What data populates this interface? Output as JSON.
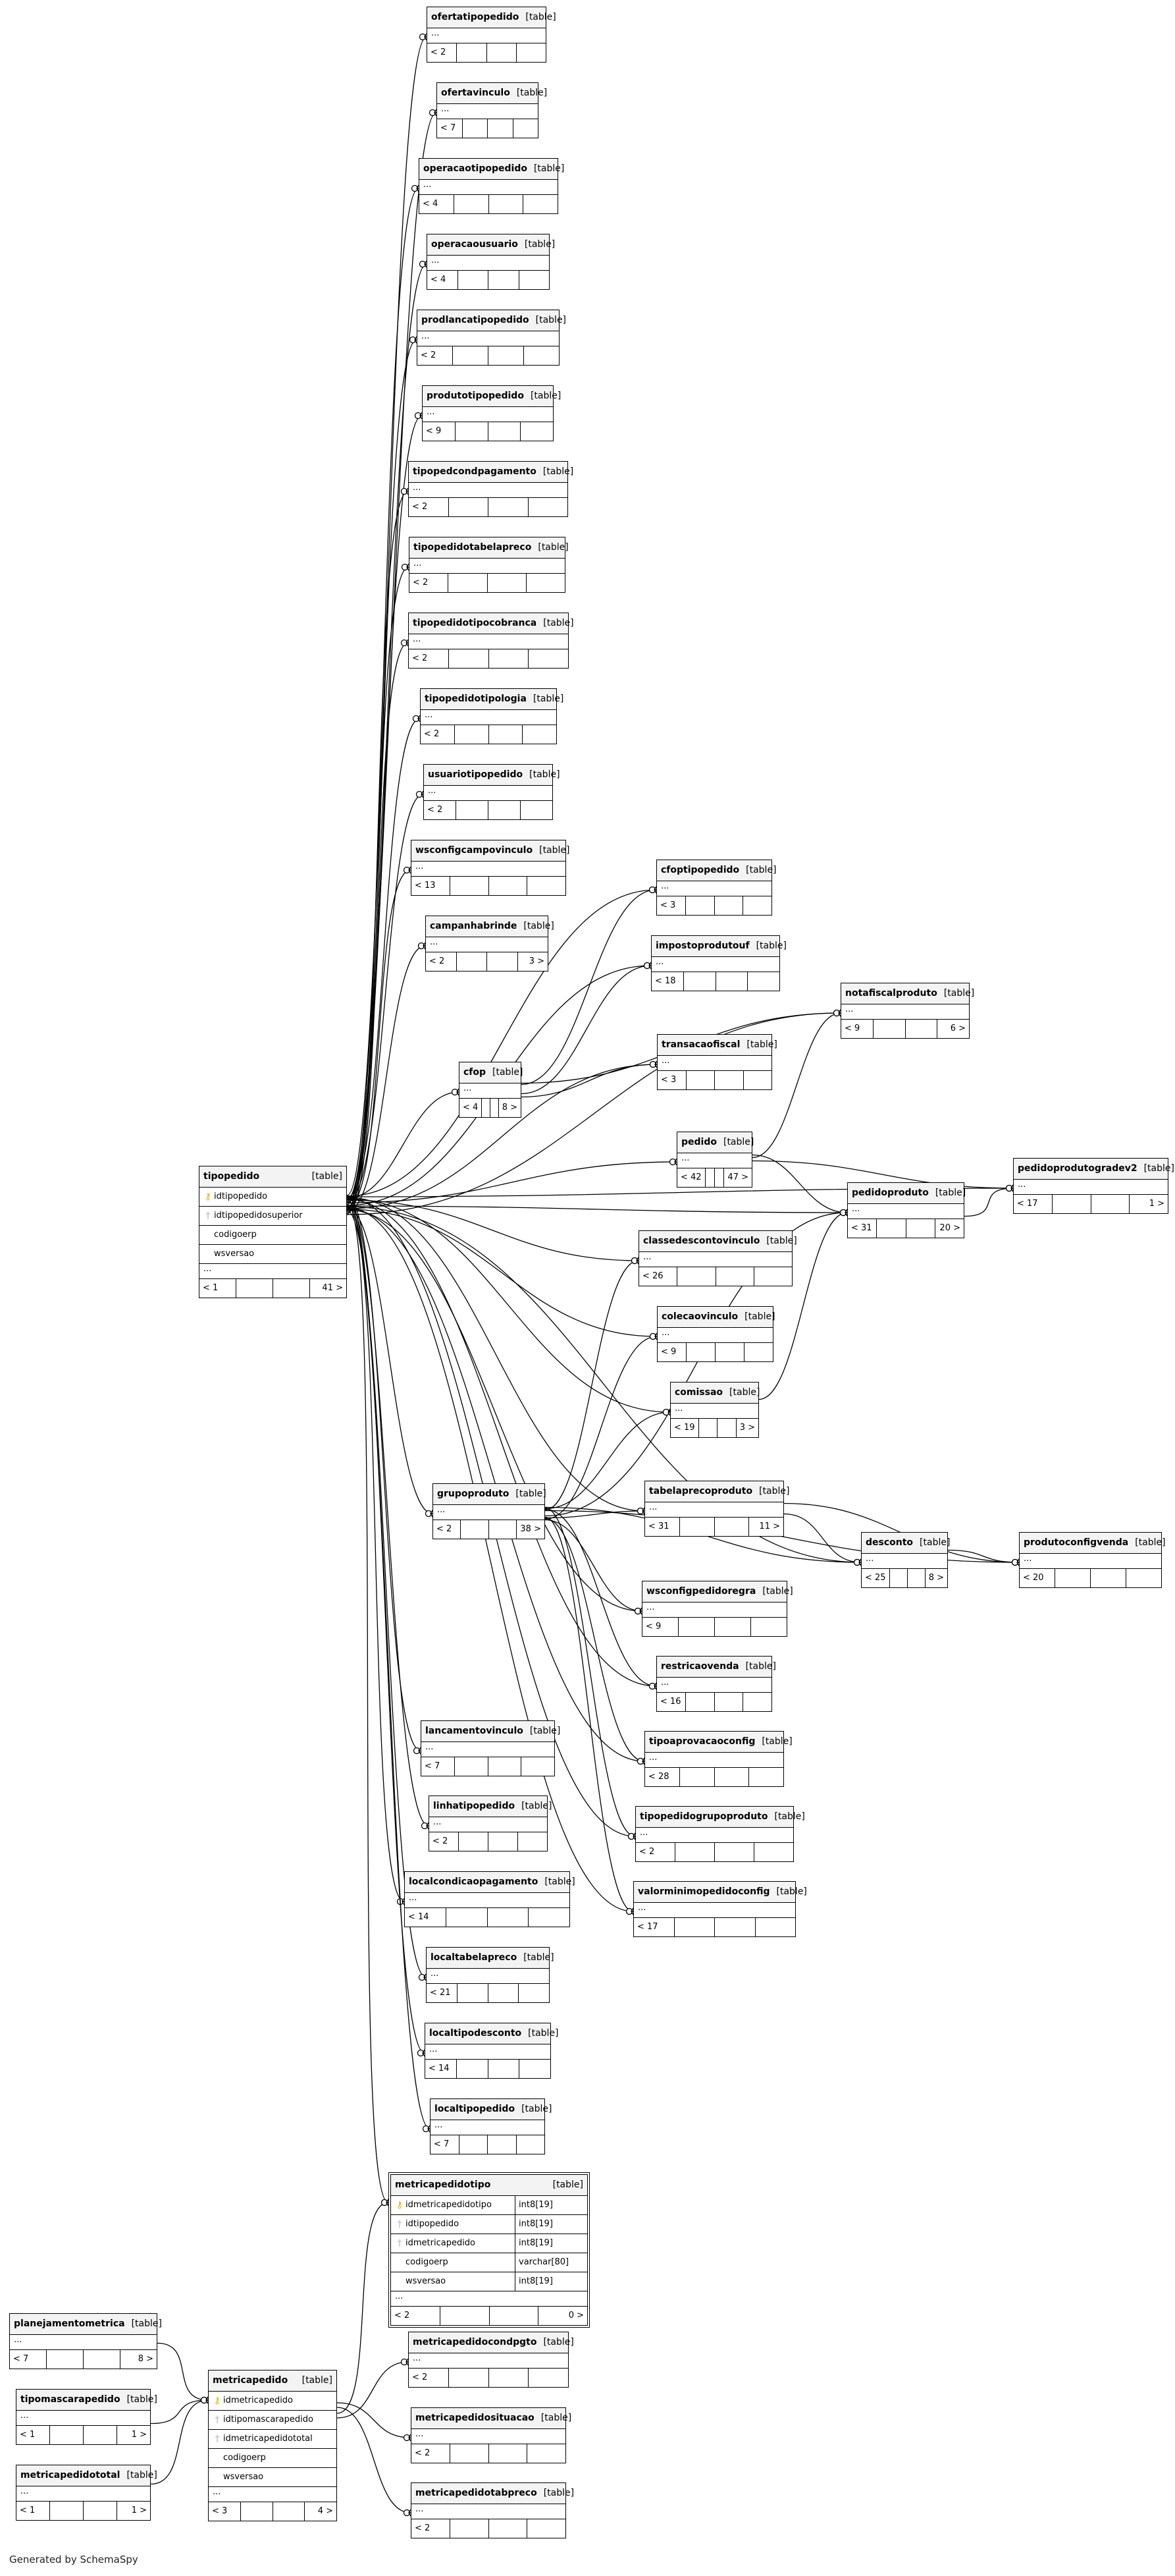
{
  "diagram": {
    "footer_text": "Generated by SchemaSpy",
    "table_tag": "[table]",
    "ellipsis": "...",
    "tables": [
      {
        "id": "ofertatipopedido",
        "name": "ofertatipopedido",
        "parents": "",
        "children": "< 2",
        "cols": []
      },
      {
        "id": "ofertavinculo",
        "name": "ofertavinculo",
        "parents": "",
        "children": "< 7",
        "cols": []
      },
      {
        "id": "operacaotipopedido",
        "name": "operacaotipopedido",
        "parents": "",
        "children": "< 4",
        "cols": []
      },
      {
        "id": "operacaousuario",
        "name": "operacaousuario",
        "parents": "",
        "children": "< 4",
        "cols": []
      },
      {
        "id": "prodlancatipopedido",
        "name": "prodlancatipopedido",
        "parents": "",
        "children": "< 2",
        "cols": []
      },
      {
        "id": "produtotipopedido",
        "name": "produtotipopedido",
        "parents": "",
        "children": "< 9",
        "cols": []
      },
      {
        "id": "tipopedcondpagamento",
        "name": "tipopedcondpagamento",
        "parents": "",
        "children": "< 2",
        "cols": []
      },
      {
        "id": "tipopedidotabelapreco",
        "name": "tipopedidotabelapreco",
        "parents": "",
        "children": "< 2",
        "cols": []
      },
      {
        "id": "tipopedidotipocobranca",
        "name": "tipopedidotipocobranca",
        "parents": "",
        "children": "< 2",
        "cols": []
      },
      {
        "id": "tipopedidotipologia",
        "name": "tipopedidotipologia",
        "parents": "",
        "children": "< 2",
        "cols": []
      },
      {
        "id": "usuariotipopedido",
        "name": "usuariotipopedido",
        "parents": "",
        "children": "< 2",
        "cols": []
      },
      {
        "id": "wsconfigcampovinculo",
        "name": "wsconfigcampovinculo",
        "parents": "",
        "children": "< 13",
        "cols": []
      },
      {
        "id": "campanhabrinde",
        "name": "campanhabrinde",
        "parents": "3 >",
        "children": "< 2",
        "cols": []
      },
      {
        "id": "cfoptipopedido",
        "name": "cfoptipopedido",
        "parents": "",
        "children": "< 3",
        "cols": []
      },
      {
        "id": "impostoprodutouf",
        "name": "impostoprodutouf",
        "parents": "",
        "children": "< 18",
        "cols": []
      },
      {
        "id": "notafiscalproduto",
        "name": "notafiscalproduto",
        "parents": "6 >",
        "children": "< 9",
        "cols": []
      },
      {
        "id": "transacaofiscal",
        "name": "transacaofiscal",
        "parents": "",
        "children": "< 3",
        "cols": []
      },
      {
        "id": "cfop",
        "name": "cfop",
        "parents": "8 >",
        "children": "< 4",
        "cols": []
      },
      {
        "id": "tipopedido",
        "name": "tipopedido",
        "parents": "41 >",
        "children": "< 1",
        "cols": [
          {
            "key": "pk",
            "name": "idtipopedido"
          },
          {
            "key": "fk",
            "name": "idtipopedidosuperior"
          },
          {
            "key": "",
            "name": "codigoerp"
          },
          {
            "key": "",
            "name": "wsversao"
          }
        ]
      },
      {
        "id": "pedido",
        "name": "pedido",
        "parents": "47 >",
        "children": "< 42",
        "cols": []
      },
      {
        "id": "pedidoprodutogradev2",
        "name": "pedidoprodutogradev2",
        "parents": "1 >",
        "children": "< 17",
        "cols": []
      },
      {
        "id": "pedidoproduto",
        "name": "pedidoproduto",
        "parents": "20 >",
        "children": "< 31",
        "cols": []
      },
      {
        "id": "classedescontovinculo",
        "name": "classedescontovinculo",
        "parents": "",
        "children": "< 26",
        "cols": []
      },
      {
        "id": "colecaovinculo",
        "name": "colecaovinculo",
        "parents": "",
        "children": "< 9",
        "cols": []
      },
      {
        "id": "comissao",
        "name": "comissao",
        "parents": "3 >",
        "children": "< 19",
        "cols": []
      },
      {
        "id": "grupoproduto",
        "name": "grupoproduto",
        "parents": "38 >",
        "children": "< 2",
        "cols": []
      },
      {
        "id": "tabelaprecoproduto",
        "name": "tabelaprecoproduto",
        "parents": "11 >",
        "children": "< 31",
        "cols": []
      },
      {
        "id": "desconto",
        "name": "desconto",
        "parents": "8 >",
        "children": "< 25",
        "cols": []
      },
      {
        "id": "produtoconfigvenda",
        "name": "produtoconfigvenda",
        "parents": "",
        "children": "< 20",
        "cols": []
      },
      {
        "id": "wsconfigpedidoregra",
        "name": "wsconfigpedidoregra",
        "parents": "",
        "children": "< 9",
        "cols": []
      },
      {
        "id": "restricaovenda",
        "name": "restricaovenda",
        "parents": "",
        "children": "< 16",
        "cols": []
      },
      {
        "id": "tipoaprovacaoconfig",
        "name": "tipoaprovacaoconfig",
        "parents": "",
        "children": "< 28",
        "cols": []
      },
      {
        "id": "tipopedidogrupoproduto",
        "name": "tipopedidogrupoproduto",
        "parents": "",
        "children": "< 2",
        "cols": []
      },
      {
        "id": "valorminimopedidoconfig",
        "name": "valorminimopedidoconfig",
        "parents": "",
        "children": "< 17",
        "cols": []
      },
      {
        "id": "lancamentovinculo",
        "name": "lancamentovinculo",
        "parents": "",
        "children": "< 7",
        "cols": []
      },
      {
        "id": "linhatipopedido",
        "name": "linhatipopedido",
        "parents": "",
        "children": "< 2",
        "cols": []
      },
      {
        "id": "localcondicaopagamento",
        "name": "localcondicaopagamento",
        "parents": "",
        "children": "< 14",
        "cols": []
      },
      {
        "id": "localtabelapreco",
        "name": "localtabelapreco",
        "parents": "",
        "children": "< 21",
        "cols": []
      },
      {
        "id": "localtipodesconto",
        "name": "localtipodesconto",
        "parents": "",
        "children": "< 14",
        "cols": []
      },
      {
        "id": "localtipopedido",
        "name": "localtipopedido",
        "parents": "",
        "children": "< 7",
        "cols": []
      },
      {
        "id": "metricapedidotipo",
        "name": "metricapedidotipo",
        "parents": "0 >",
        "children": "< 2",
        "cols": [
          {
            "key": "pk",
            "name": "idmetricapedidotipo",
            "type": "int8[19]"
          },
          {
            "key": "fk",
            "name": "idtipopedido",
            "type": "int8[19]"
          },
          {
            "key": "fk",
            "name": "idmetricapedido",
            "type": "int8[19]"
          },
          {
            "key": "",
            "name": "codigoerp",
            "type": "varchar[80]"
          },
          {
            "key": "",
            "name": "wsversao",
            "type": "int8[19]"
          }
        ]
      },
      {
        "id": "metricapedidocondpgto",
        "name": "metricapedidocondpgto",
        "parents": "",
        "children": "< 2",
        "cols": []
      },
      {
        "id": "metricapedidosituacao",
        "name": "metricapedidosituacao",
        "parents": "",
        "children": "< 2",
        "cols": []
      },
      {
        "id": "metricapedidotabpreco",
        "name": "metricapedidotabpreco",
        "parents": "",
        "children": "< 2",
        "cols": []
      },
      {
        "id": "planejamentometrica",
        "name": "planejamentometrica",
        "parents": "8 >",
        "children": "< 7",
        "cols": []
      },
      {
        "id": "tipomascarapedido",
        "name": "tipomascarapedido",
        "parents": "1 >",
        "children": "< 1",
        "cols": []
      },
      {
        "id": "metricapedidototal",
        "name": "metricapedidototal",
        "parents": "1 >",
        "children": "< 1",
        "cols": []
      },
      {
        "id": "metricapedido",
        "name": "metricapedido",
        "parents": "4 >",
        "children": "< 3",
        "cols": [
          {
            "key": "pk",
            "name": "idmetricapedido"
          },
          {
            "key": "fk",
            "name": "idtipomascarapedido"
          },
          {
            "key": "fk",
            "name": "idmetricapedidototal"
          },
          {
            "key": "",
            "name": "codigoerp"
          },
          {
            "key": "",
            "name": "wsversao"
          }
        ]
      }
    ]
  }
}
